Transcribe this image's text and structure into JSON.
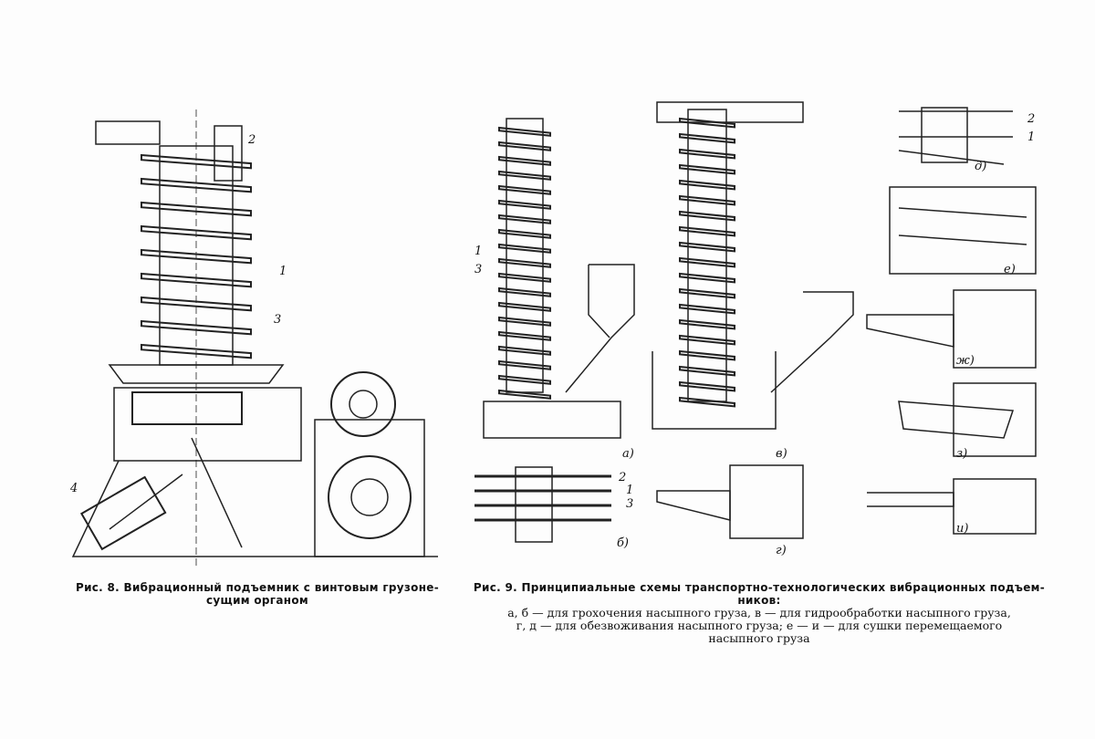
{
  "figure8": {
    "caption_line1": "Рис. 8. Вибрационный подъемник с винтовым грузоне-",
    "caption_line2": "сущим органом",
    "labels": [
      "1",
      "2",
      "3",
      "4"
    ]
  },
  "figure9": {
    "caption_line1": "Рис. 9. Принципиальные схемы транспортно-технологических вибрационных подъем-",
    "caption_line2": "ников:",
    "legend_line1": "а, б — для грохочения насыпного груза, в — для гидрообработки насыпного груза,",
    "legend_line2": "г, д — для обезвоживания насыпного груза; е — и — для сушки перемещаемого",
    "legend_line3": "насыпного груза",
    "panels": {
      "a": "а)",
      "b": "б)",
      "v": "в)",
      "g": "г)",
      "d": "д)",
      "e": "е)",
      "zh": "ж)",
      "z": "з)",
      "i": "и)"
    },
    "labels": [
      "1",
      "2",
      "3"
    ]
  }
}
